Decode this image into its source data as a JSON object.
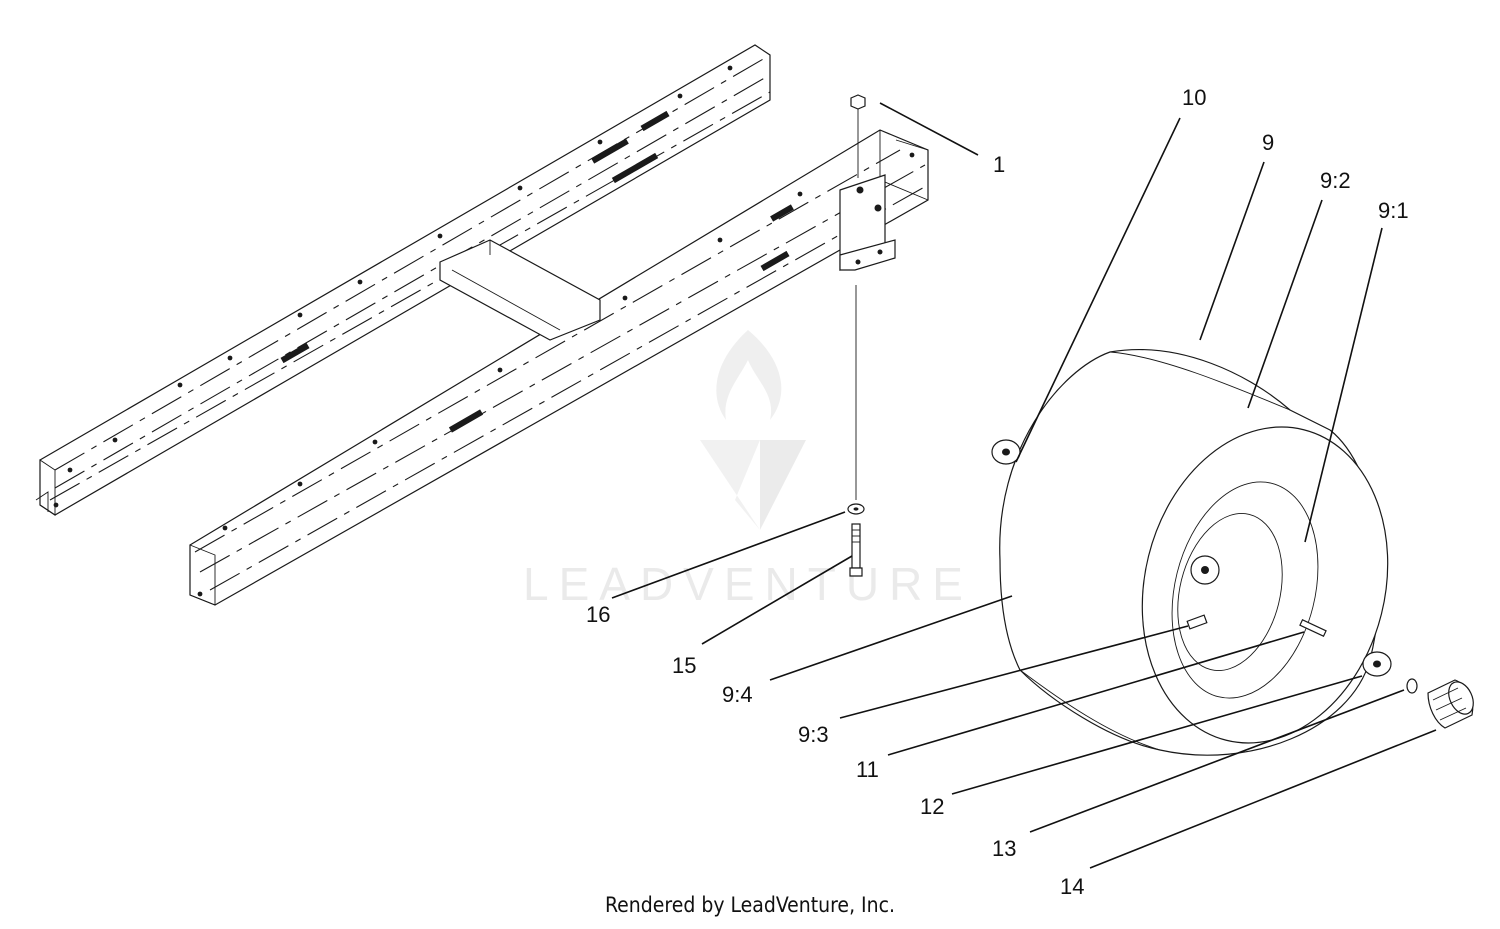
{
  "diagram": {
    "callouts": {
      "c1": "1",
      "c9": "9",
      "c9_1": "9:1",
      "c9_2": "9:2",
      "c9_3": "9:3",
      "c9_4": "9:4",
      "c10": "10",
      "c11": "11",
      "c12": "12",
      "c13": "13",
      "c14": "14",
      "c15": "15",
      "c16": "16"
    },
    "watermark": "LEADVENTURE",
    "footer": "Rendered by LeadVenture, Inc."
  }
}
